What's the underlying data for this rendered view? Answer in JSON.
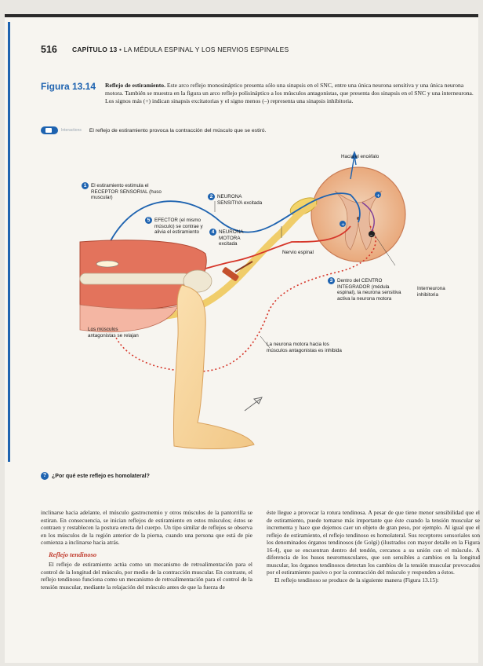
{
  "header": {
    "page_number": "516",
    "chapter": "CAPÍTULO 13",
    "chapter_title": "LA MÉDULA ESPINAL Y LOS NERVIOS ESPINALES"
  },
  "figure": {
    "label": "Figura 13.14",
    "caption_title": "Reflejo de estiramiento.",
    "caption_text": "Este arco reflejo monosináptico presenta sólo una sinapsis en el SNC, entre una única neurona sensitiva y una única neurona motora. También se muestra en la figura un arco reflejo polisináptico a los músculos antagonistas, que presenta dos sinapsis en el SNC y una interneurona. Los signos más (+) indican sinapsis excitatorias y el signo menos (–) representa una sinapsis inhibitoria.",
    "ip_text": "Interactions",
    "ip_caption": "El reflejo de estiramiento provoca la contracción del músculo que se estiró.",
    "labels": {
      "hacia_encefalo": "Hacia el encéfalo",
      "step1": "El estiramiento estimula el RECEPTOR SENSORIAL (huso muscular)",
      "step2": "NEURONA SENSITIVA excitada",
      "step3": "Dentro del CENTRO INTEGRADOR (médula espinal), la neurona sensitiva activa la neurona motora",
      "step4": "NEURONA MOTORA excitada",
      "step5": "EFECTOR (el mismo músculo) se contrae y alivia el estiramiento",
      "nervio": "Nervio espinal",
      "interneurona": "Interneurona inhibitoria",
      "antagonistas": "Los músculos antagonistas se relajan",
      "neurona_inhibida": "La neurona motora hacia los músculos antagonistas es inhibida",
      "n1": "1",
      "n2": "2",
      "n3": "3",
      "n4": "4",
      "n5": "5"
    },
    "question": "¿Por qué este reflejo es homolateral?"
  },
  "body": {
    "left_p1": "inclinarse hacia adelante, el músculo gastrocnemio y otros músculos de la pantorrilla se estiran. En consecuencia, se inician reflejos de estiramiento en estos músculos; éstos se contraen y restablecen la postura erecta del cuerpo. Un tipo similar de reflejos se observa en los músculos de la región anterior de la pierna, cuando una persona que está de pie comienza a inclinarse hacia atrás.",
    "section_title": "Reflejo tendinoso",
    "left_p2": "El reflejo de estiramiento actúa como un mecanismo de retroalimentación para el control de la longitud del músculo, por medio de la contracción muscular. En contraste, el reflejo tendinoso funciona como un mecanismo de retroalimentación para el control de la tensión muscular, mediante la relajación del músculo antes de que la fuerza de",
    "right_p1": "éste llegue a provocar la rotura tendinosa. A pesar de que tiene menor sensibilidad que el de estiramiento, puede tornarse más importante que éste cuando la tensión muscular se incrementa y hace que dejemos caer un objeto de gran peso, por ejemplo. Al igual que el reflejo de estiramiento, el reflejo tendinoso es homolateral. Sus receptores sensoriales son los denominados órganos tendinosos (de Golgi) (ilustrados con mayor detalle en la Figura 16-4), que se encuentran dentro del tendón, cercanos a su unión con el músculo. A diferencia de los husos neuromusculares, que son sensibles a cambios en la longitud muscular, los órganos tendinosos detectan los cambios de la tensión muscular provocados por el estiramiento pasivo o por la contracción del músculo y responden a éstos.",
    "right_p2": "El reflejo tendinoso se produce de la siguiente manera (Figura 13.15):"
  }
}
